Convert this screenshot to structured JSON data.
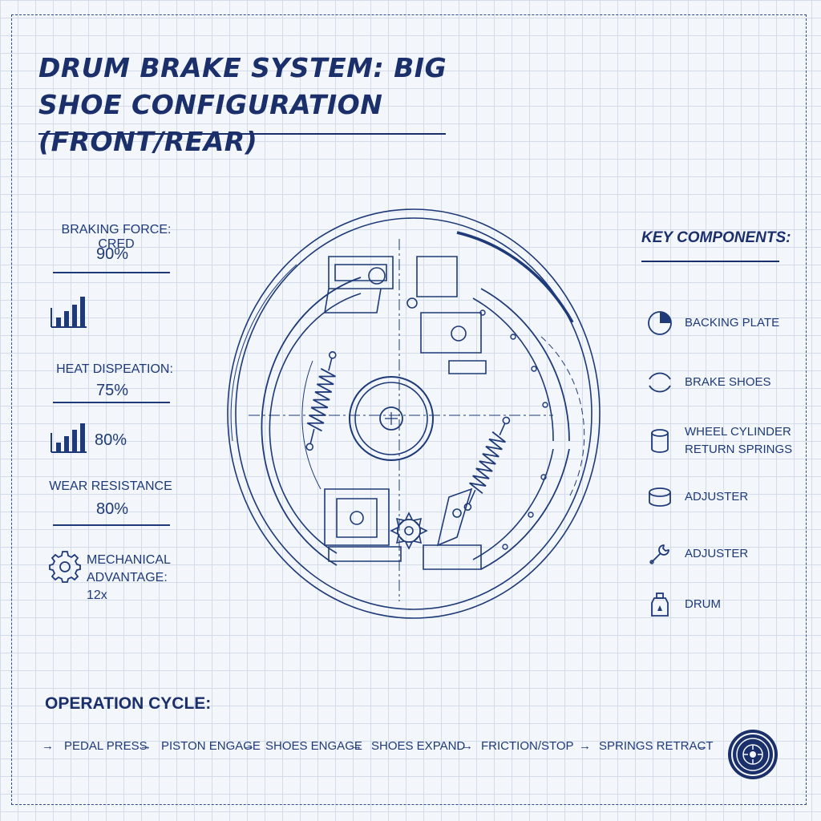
{
  "title": "DRUM BRAKE SYSTEM: BIG SHOE CONFIGURATION (FRONT/REAR)",
  "metrics": [
    {
      "label": "BRAKING FORCE: CRED",
      "value": "90%"
    },
    {
      "label": "HEAT DISPEATION:",
      "value": "75%"
    },
    {
      "value": "80%"
    },
    {
      "label": "WEAR RESISTANCE",
      "value": "80%"
    },
    {
      "label": "MECHANICAL ADVANTAGE: 12x"
    }
  ],
  "key_components": {
    "title": "KEY COMPONENTS:",
    "items": [
      {
        "label": "BACKING PLATE",
        "icon": "pie-icon"
      },
      {
        "label": "BRAKE SHOES",
        "icon": "shoes-icon"
      },
      {
        "label": "WHEEL CYLINDER\nRETURN SPRINGS",
        "icon": "cylinder-icon"
      },
      {
        "label": "ADJUSTER",
        "icon": "puck-icon"
      },
      {
        "label": "ADJUSTER",
        "icon": "wrench-icon"
      },
      {
        "label": "DRUM",
        "icon": "fluid-bottle-icon"
      }
    ]
  },
  "operation_cycle": {
    "title": "OPERATION CYCLE:",
    "steps": [
      "PEDAL PRESS",
      "PISTON ENGAGE",
      "SHOES ENGAGE",
      "SHOES EXPAND",
      "FRICTION/STOP",
      "SPRINGS RETRACT"
    ]
  },
  "colors": {
    "ink": "#1b2f6b",
    "line": "#1e3a78",
    "grid": "#d3dce8",
    "paper": "#f3f6fa"
  }
}
